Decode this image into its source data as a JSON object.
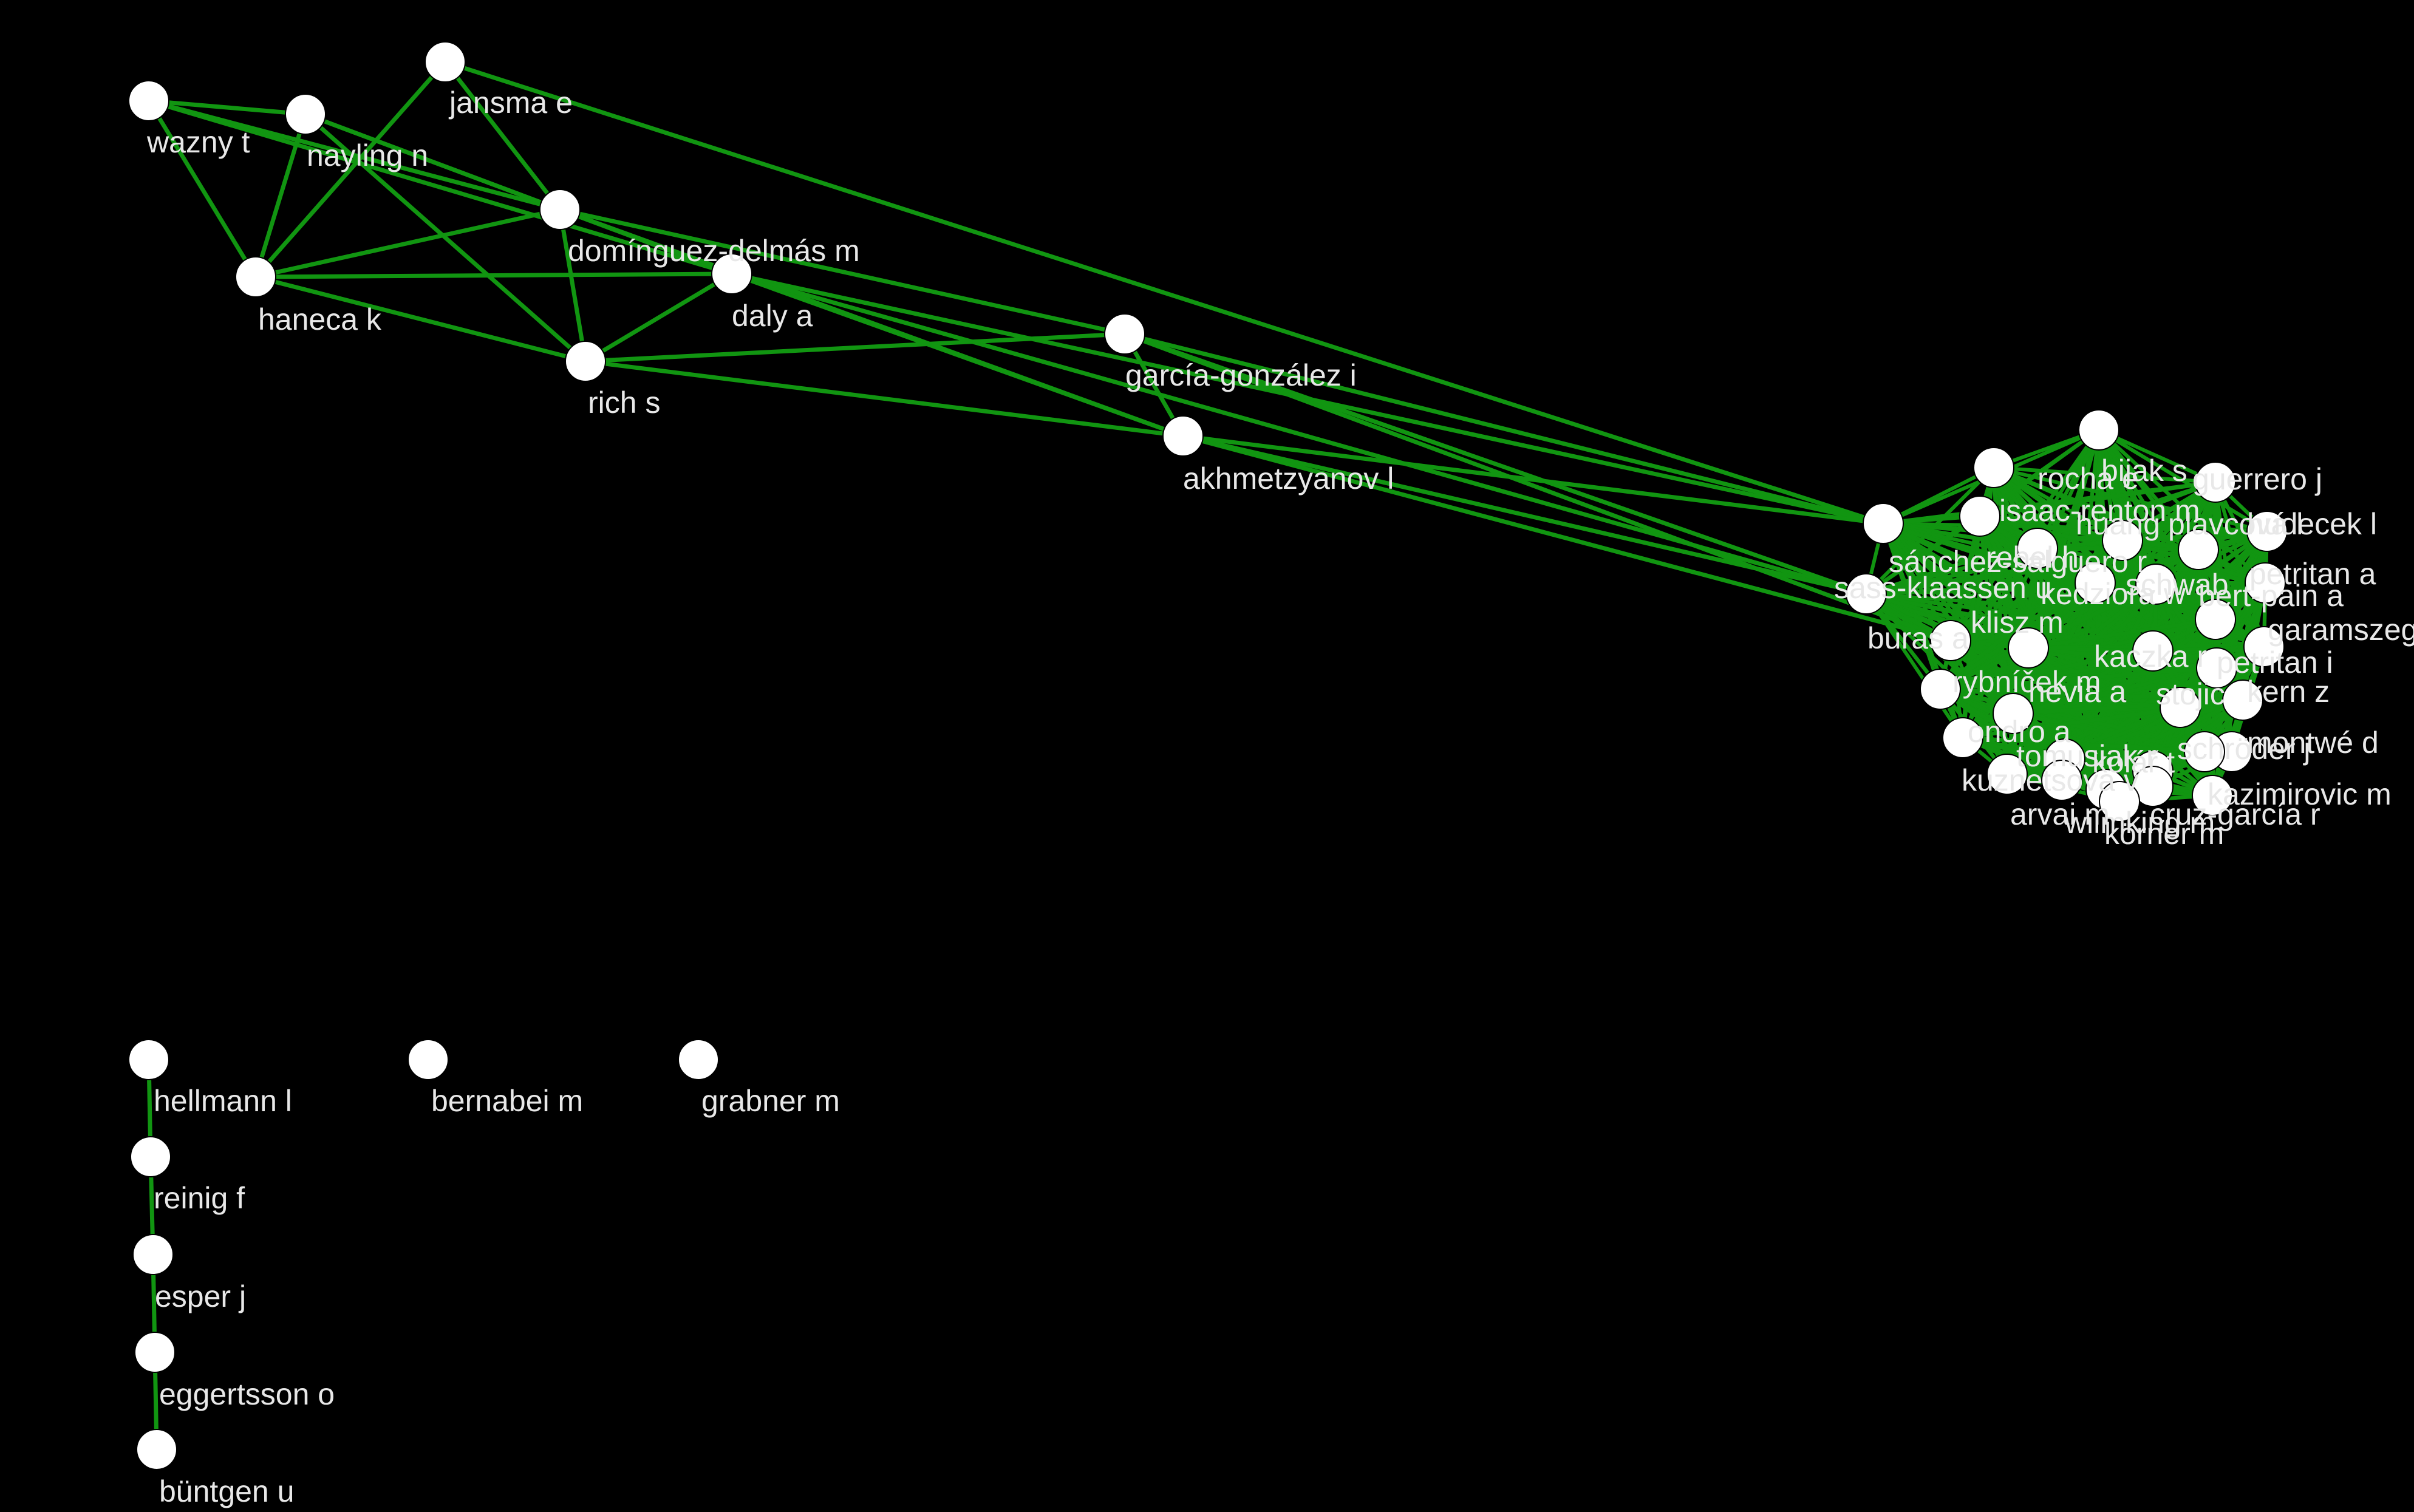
{
  "colors": {
    "background": "#000000",
    "edge": "#119511",
    "node": "#ffffff",
    "label": "#e8e8e8"
  },
  "nodes": [
    {
      "id": "wazny",
      "label": "wazny t"
    },
    {
      "id": "nayling",
      "label": "nayling n"
    },
    {
      "id": "jansma",
      "label": "jansma e"
    },
    {
      "id": "dominguez",
      "label": "domínguez-delmás m"
    },
    {
      "id": "haneca",
      "label": "haneca k"
    },
    {
      "id": "daly",
      "label": "daly a"
    },
    {
      "id": "rich",
      "label": "rich s"
    },
    {
      "id": "garcia",
      "label": "garcía-gonzález i"
    },
    {
      "id": "akhmetzyanov",
      "label": "akhmetzyanov l"
    },
    {
      "id": "sanchez",
      "label": "sánchez-salguero r"
    },
    {
      "id": "sass",
      "label": "sass-klaassen u"
    },
    {
      "id": "buras",
      "label": "buras a"
    },
    {
      "id": "rocha",
      "label": "rocha e"
    },
    {
      "id": "bijak",
      "label": "bijak s"
    },
    {
      "id": "guerrero",
      "label": "guerrero j"
    },
    {
      "id": "isaac",
      "label": "isaac-renton m"
    },
    {
      "id": "hudecek",
      "label": "hudecek l"
    },
    {
      "id": "rebel",
      "label": "rebel h"
    },
    {
      "id": "huang",
      "label": "huang"
    },
    {
      "id": "plavcova",
      "label": "plavcová l"
    },
    {
      "id": "petritan_a",
      "label": "petritan a"
    },
    {
      "id": "kedziora",
      "label": "kedziora w"
    },
    {
      "id": "schwab",
      "label": "schwab"
    },
    {
      "id": "bert",
      "label": "bert-pain a"
    },
    {
      "id": "klisz",
      "label": "klisz m"
    },
    {
      "id": "garamszegi",
      "label": "garamszegi"
    },
    {
      "id": "kaczka",
      "label": "kaczka r"
    },
    {
      "id": "petritan_i",
      "label": "petritan i"
    },
    {
      "id": "rybnicek",
      "label": "rybníček m"
    },
    {
      "id": "hevia",
      "label": "hevia a"
    },
    {
      "id": "stojic",
      "label": "stojic"
    },
    {
      "id": "kern",
      "label": "kern z"
    },
    {
      "id": "ondro",
      "label": "ondro a"
    },
    {
      "id": "montwe",
      "label": "montwé d"
    },
    {
      "id": "tomusiak",
      "label": "tomusiak r"
    },
    {
      "id": "kolar",
      "label": "kolář t"
    },
    {
      "id": "schroder",
      "label": "schröder j"
    },
    {
      "id": "kuznetsova",
      "label": "kuznetsova v"
    },
    {
      "id": "kazimirovic",
      "label": "kazimirovic m"
    },
    {
      "id": "arvai",
      "label": "arvai m"
    },
    {
      "id": "wilmking",
      "label": "wilmking m"
    },
    {
      "id": "cruz",
      "label": "cruz-garcía r"
    },
    {
      "id": "korner",
      "label": "körner m"
    },
    {
      "id": "hellmann",
      "label": "hellmann l"
    },
    {
      "id": "reinig",
      "label": "reinig f"
    },
    {
      "id": "esper",
      "label": "esper j"
    },
    {
      "id": "eggertsson",
      "label": "eggertsson o"
    },
    {
      "id": "buntgen",
      "label": "büntgen u"
    },
    {
      "id": "bernabei",
      "label": "bernabei m"
    },
    {
      "id": "grabner",
      "label": "grabner m"
    }
  ],
  "edges": [
    [
      "wazny",
      "nayling"
    ],
    [
      "wazny",
      "haneca"
    ],
    [
      "wazny",
      "dominguez"
    ],
    [
      "wazny",
      "daly"
    ],
    [
      "nayling",
      "haneca"
    ],
    [
      "nayling",
      "dominguez"
    ],
    [
      "nayling",
      "rich"
    ],
    [
      "nayling",
      "daly"
    ],
    [
      "jansma",
      "haneca"
    ],
    [
      "jansma",
      "dominguez"
    ],
    [
      "jansma",
      "sanchez"
    ],
    [
      "haneca",
      "dominguez"
    ],
    [
      "haneca",
      "daly"
    ],
    [
      "haneca",
      "rich"
    ],
    [
      "dominguez",
      "rich"
    ],
    [
      "dominguez",
      "garcia"
    ],
    [
      "dominguez",
      "akhmetzyanov"
    ],
    [
      "daly",
      "rich"
    ],
    [
      "daly",
      "sanchez"
    ],
    [
      "daly",
      "sass"
    ],
    [
      "daly",
      "akhmetzyanov"
    ],
    [
      "rich",
      "garcia"
    ],
    [
      "rich",
      "akhmetzyanov"
    ],
    [
      "garcia",
      "akhmetzyanov"
    ],
    [
      "garcia",
      "sanchez"
    ],
    [
      "garcia",
      "sass"
    ],
    [
      "garcia",
      "buras"
    ],
    [
      "akhmetzyanov",
      "sanchez"
    ],
    [
      "akhmetzyanov",
      "sass"
    ],
    [
      "akhmetzyanov",
      "buras"
    ],
    [
      "hellmann",
      "reinig"
    ],
    [
      "reinig",
      "esper"
    ],
    [
      "esper",
      "eggertsson"
    ],
    [
      "eggertsson",
      "buntgen"
    ]
  ]
}
